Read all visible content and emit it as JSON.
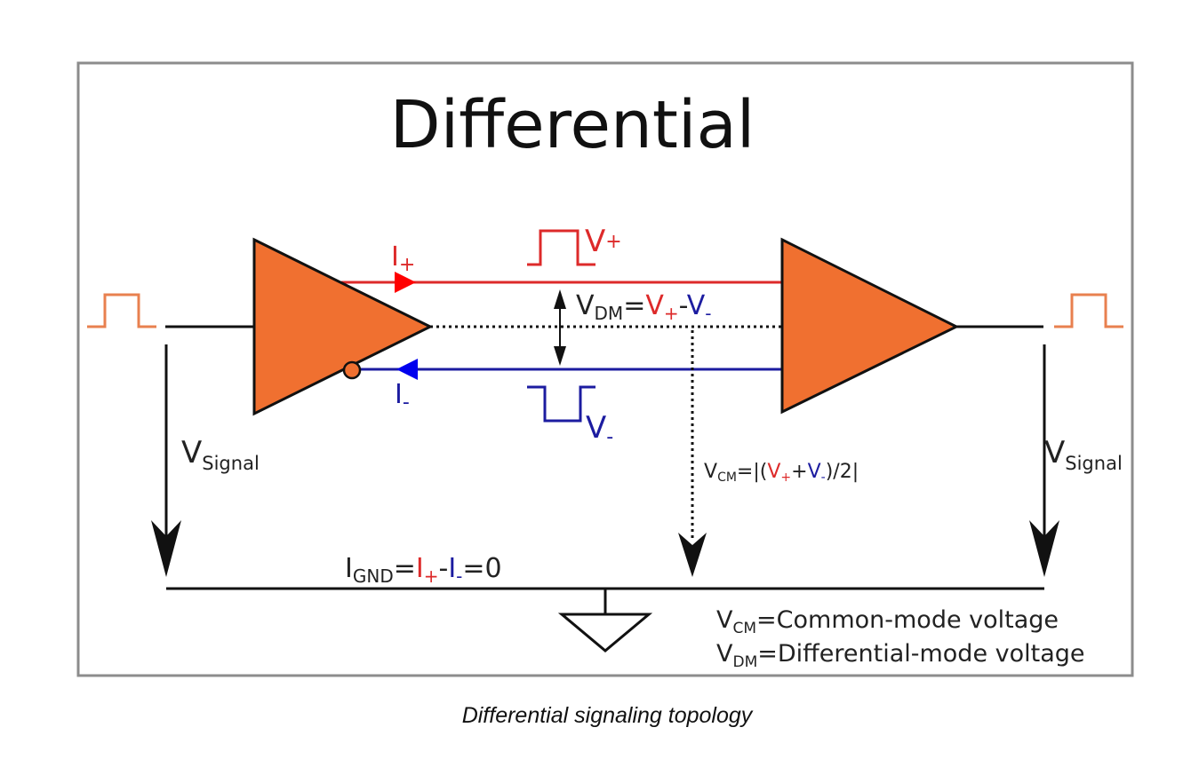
{
  "title": "Differential",
  "caption": "Differential signaling topology",
  "colors": {
    "driver_fill": "#f07030",
    "positive": "#dd2a2a",
    "negative": "#1c1ca0",
    "arrow_positive": "#ff0000",
    "arrow_negative": "#0000ee",
    "input_waveform": "#e8804f",
    "line": "#111111",
    "frame": "#8c8c8c"
  },
  "labels": {
    "i_plus": {
      "main": "I",
      "sub": "+"
    },
    "i_minus": {
      "main": "I",
      "sub": "-"
    },
    "v_plus": {
      "main": "V",
      "sub": "+"
    },
    "v_minus": {
      "main": "V",
      "sub": "-"
    },
    "vdm_eq": {
      "main": "V",
      "sub": "DM",
      "eq": "=",
      "v1": "V",
      "s1": "+",
      "op": "-",
      "v2": "V",
      "s2": "-"
    },
    "vcm_eq": {
      "main": "V",
      "sub": "CM",
      "eq": "=|(",
      "v1": "V",
      "s1": "+",
      "op": "+",
      "v2": "V",
      "s2": "-",
      "tail": ")/2|"
    },
    "vsignal_left": {
      "main": "V",
      "sub": "Signal"
    },
    "vsignal_right": {
      "main": "V",
      "sub": "Signal"
    },
    "ignd_eq": {
      "main": "I",
      "sub": "GND",
      "eq": "=",
      "v1": "I",
      "s1": "+",
      "op": "-",
      "v2": "I",
      "s2": "-",
      "tail": "=0"
    }
  },
  "legend": [
    {
      "main": "V",
      "sub": "CM",
      "text": "=Common-mode voltage"
    },
    {
      "main": "V",
      "sub": "DM",
      "text": "=Differential-mode voltage"
    }
  ]
}
